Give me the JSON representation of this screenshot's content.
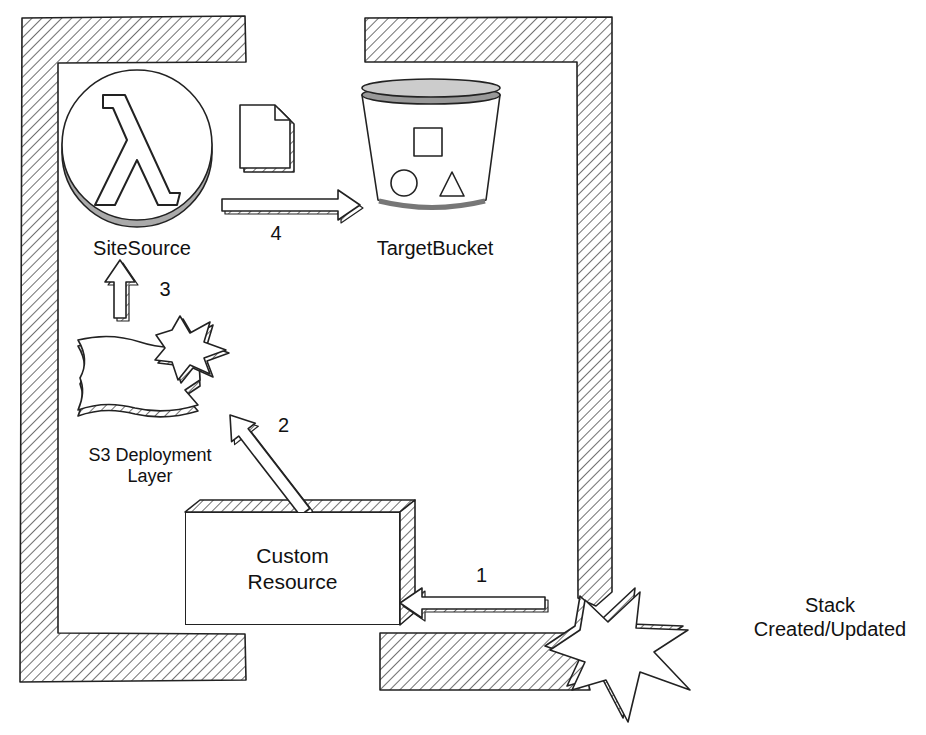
{
  "diagram": {
    "nodes": [
      {
        "text": [
          "SiteSource"
        ]
      },
      {
        "text": [
          "TargetBucket"
        ]
      },
      {
        "text": [
          "S3 Deployment Layer"
        ]
      },
      {
        "text": [
          "Custom Resource"
        ]
      },
      {
        "text": [
          "Stack Created/Updated"
        ]
      }
    ],
    "edges": [
      {
        "from": 0,
        "to": 1,
        "arrow": "to",
        "label": "4"
      },
      {
        "from": 2,
        "to": 0,
        "arrow": "to",
        "label": "3"
      },
      {
        "from": 3,
        "to": 2,
        "arrow": "to",
        "label": "2"
      },
      {
        "from": 4,
        "to": 3,
        "arrow": "to",
        "label": "1"
      }
    ]
  }
}
